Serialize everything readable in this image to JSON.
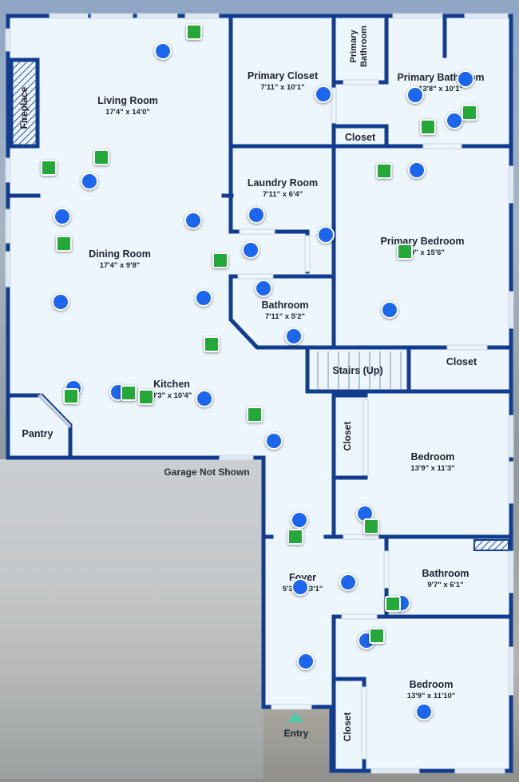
{
  "colors": {
    "wall": "#123d8f",
    "floor": "#eef6fd",
    "marker_photo": "#1c66ee",
    "marker_video": "#24a83a",
    "entry_arrow": "#4fc9a8"
  },
  "rooms": {
    "living_room": {
      "name": "Living Room",
      "dims": "17'4\" x 14'0\""
    },
    "dining_room": {
      "name": "Dining Room",
      "dims": "17'4\" x 9'8\""
    },
    "kitchen": {
      "name": "Kitchen",
      "dims": "9'3\" x 10'4\""
    },
    "primary_closet": {
      "name": "Primary Closet",
      "dims": "7'11\" x 10'1\""
    },
    "primary_bathroom": {
      "name": "Primary Bathroom",
      "dims": "13'8\" x 10'1\""
    },
    "laundry_room": {
      "name": "Laundry Room",
      "dims": "7'11\" x 6'4\""
    },
    "primary_bedroom": {
      "name": "Primary Bedroom",
      "dims": "13'9\" x 15'6\""
    },
    "bathroom_1": {
      "name": "Bathroom",
      "dims": "7'11\" x 5'2\""
    },
    "bedroom_1": {
      "name": "Bedroom",
      "dims": "13'9\" x 11'3\""
    },
    "foyer": {
      "name": "Foyer",
      "dims": "5'3\" x 13'1\""
    },
    "bathroom_2": {
      "name": "Bathroom",
      "dims": "9'7\" x 6'1\""
    },
    "bedroom_2": {
      "name": "Bedroom",
      "dims": "13'9\" x 11'10\""
    }
  },
  "small_labels": {
    "fireplace": "Fireplace",
    "primary_bathroom_wc": "Primary Bathroom",
    "closet_primary": "Closet",
    "stairs": "Stairs (Up)",
    "closet_stairs": "Closet",
    "closet_bedroom1": "Closet",
    "closet_bedroom2": "Closet",
    "pantry": "Pantry"
  },
  "notes": {
    "garage": "Garage Not Shown",
    "entry": "Entry"
  }
}
